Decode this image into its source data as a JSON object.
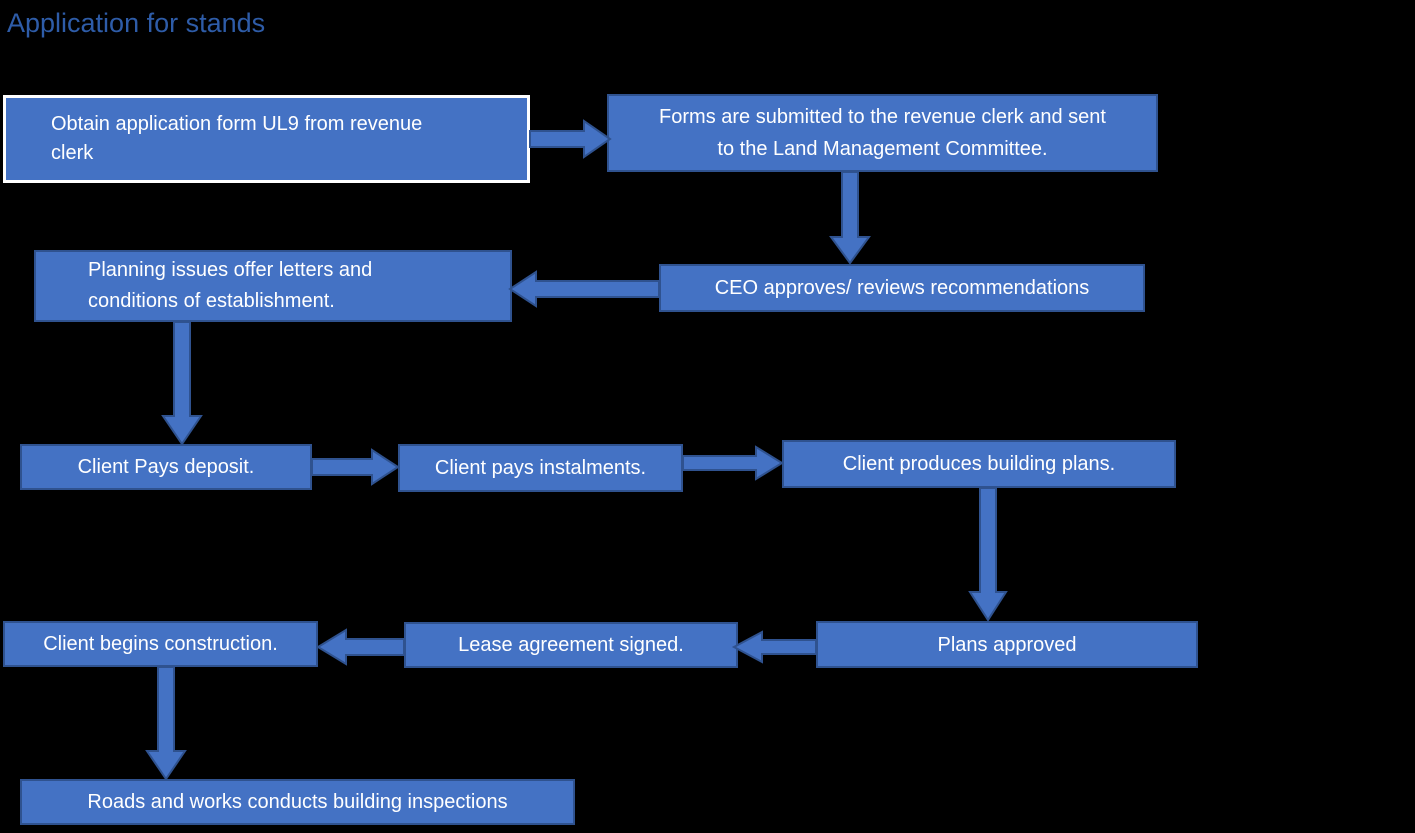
{
  "colors": {
    "page_bg": "#000000",
    "title_color": "#2E5CA8",
    "node_fill": "#4472C4",
    "node_border": "#2F528F",
    "node_text": "#FFFFFF",
    "highlight_border": "#FFFFFF",
    "arrow_fill": "#4472C4",
    "arrow_border": "#2F528F"
  },
  "title": "Application for stands",
  "diagram": {
    "nodes": [
      {
        "id": "obtain-form",
        "label": "Obtain application form UL9 from revenue clerk",
        "lines": [
          "Obtain application form UL9 from revenue",
          "clerk"
        ],
        "highlighted": true
      },
      {
        "id": "forms-submitted",
        "label": "Forms are submitted to the revenue clerk and sent to the Land Management Committee.",
        "lines": [
          "Forms are submitted to the revenue clerk and sent",
          "to the Land Management Committee."
        ]
      },
      {
        "id": "ceo-approves",
        "label": "CEO approves/ reviews recommendations"
      },
      {
        "id": "planning-issues",
        "label": "Planning issues offer letters and conditions of establishment.",
        "lines": [
          "Planning issues offer letters and",
          "conditions of establishment."
        ]
      },
      {
        "id": "client-pays-deposit",
        "label": "Client Pays deposit."
      },
      {
        "id": "client-pays-instalments",
        "label": "Client pays instalments."
      },
      {
        "id": "client-produces-plans",
        "label": "Client produces building plans."
      },
      {
        "id": "plans-approved",
        "label": "Plans approved"
      },
      {
        "id": "lease-signed",
        "label": "Lease agreement signed."
      },
      {
        "id": "client-begins-construction",
        "label": "Client begins construction."
      },
      {
        "id": "roads-inspections",
        "label": "Roads and works conducts building inspections"
      }
    ],
    "connections": [
      {
        "from": "obtain-form",
        "to": "forms-submitted",
        "direction": "right"
      },
      {
        "from": "forms-submitted",
        "to": "ceo-approves",
        "direction": "down"
      },
      {
        "from": "ceo-approves",
        "to": "planning-issues",
        "direction": "left"
      },
      {
        "from": "planning-issues",
        "to": "client-pays-deposit",
        "direction": "down"
      },
      {
        "from": "client-pays-deposit",
        "to": "client-pays-instalments",
        "direction": "right"
      },
      {
        "from": "client-pays-instalments",
        "to": "client-produces-plans",
        "direction": "right"
      },
      {
        "from": "client-produces-plans",
        "to": "plans-approved",
        "direction": "down"
      },
      {
        "from": "plans-approved",
        "to": "lease-signed",
        "direction": "left"
      },
      {
        "from": "lease-signed",
        "to": "client-begins-construction",
        "direction": "left"
      },
      {
        "from": "client-begins-construction",
        "to": "roads-inspections",
        "direction": "down"
      }
    ]
  }
}
